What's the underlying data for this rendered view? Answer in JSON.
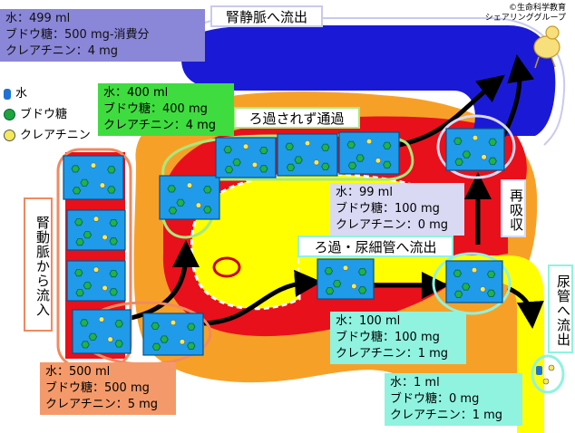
{
  "copyright": [
    "©生命科学教育",
    "シェアリンググループ"
  ],
  "legend": [
    {
      "label": "水",
      "color": "#1e73d2",
      "shape": "rounded-rect"
    },
    {
      "label": "ブドウ糖",
      "color": "#1fa33a",
      "shape": "circle"
    },
    {
      "label": "クレアチニン",
      "color": "#f5e85a",
      "shape": "circle"
    }
  ],
  "labels": {
    "renal_vein": "腎静脈へ流出",
    "not_filtered": "ろ過されず通過",
    "renal_artery": "腎動脈から流入",
    "reabsorption": "再吸収",
    "filtered": "ろ過・尿細管へ流出",
    "urine": "尿管へ流出"
  },
  "boxes": {
    "vein": [
      "水：499 ml",
      "ブドウ糖：500 mg-消費分",
      "クレアチニン：4 mg"
    ],
    "not_filtered": [
      "水：400 ml",
      "ブドウ糖：400 mg",
      "クレアチニン：4 mg"
    ],
    "reabsorbed": [
      "水：99 ml",
      "ブドウ糖：100 mg",
      "クレアチニン：0 mg"
    ],
    "filtrate": [
      "水：100 ml",
      "ブドウ糖：100 mg",
      "クレアチニン：1 mg"
    ],
    "inflow": [
      "水：500 ml",
      "ブドウ糖：500 mg",
      "クレアチニン：5 mg"
    ],
    "urine": [
      "水：1 ml",
      "ブドウ糖：0 mg",
      "クレアチニン：1 mg"
    ]
  },
  "colors": {
    "vein": "#1a1ad6",
    "artery": "#e8101a",
    "tubule": "#ffff00",
    "capsule": "#f7a028",
    "cell": "#1f9bea"
  }
}
